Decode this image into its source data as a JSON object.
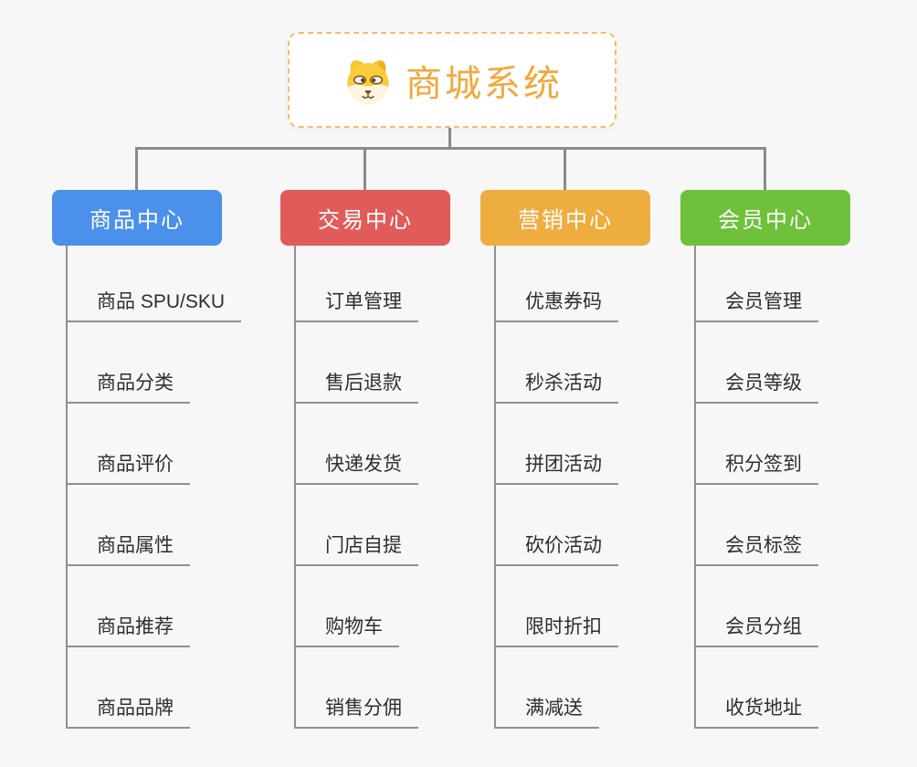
{
  "root": {
    "title": "商城系统",
    "icon": "shiba-dog-icon",
    "title_color": "#f1a83c",
    "border_color": "#f5bc66"
  },
  "connector_color": "#8b8b8b",
  "branches": [
    {
      "id": "product-center",
      "label": "商品中心",
      "color": "#4b90ea",
      "children": [
        "商品 SPU/SKU",
        "商品分类",
        "商品评价",
        "商品属性",
        "商品推荐",
        "商品品牌"
      ]
    },
    {
      "id": "trade-center",
      "label": "交易中心",
      "color": "#e25b5b",
      "children": [
        "订单管理",
        "售后退款",
        "快递发货",
        "门店自提",
        "购物车",
        "销售分佣"
      ]
    },
    {
      "id": "marketing-center",
      "label": "营销中心",
      "color": "#eead3f",
      "children": [
        "优惠券码",
        "秒杀活动",
        "拼团活动",
        "砍价活动",
        "限时折扣",
        "满减送"
      ]
    },
    {
      "id": "member-center",
      "label": "会员中心",
      "color": "#6fc13c",
      "children": [
        "会员管理",
        "会员等级",
        "积分签到",
        "会员标签",
        "会员分组",
        "收货地址"
      ]
    }
  ]
}
